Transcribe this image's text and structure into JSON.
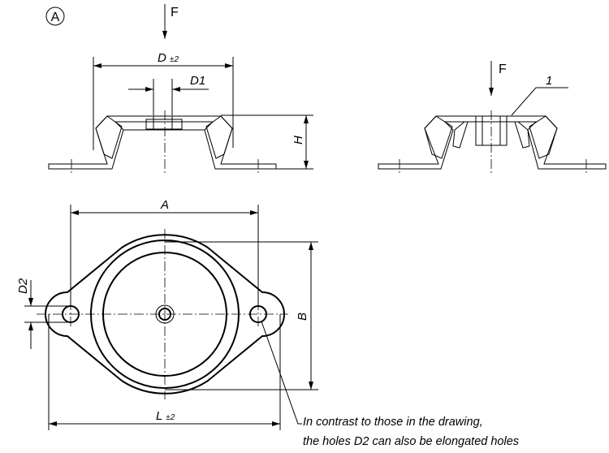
{
  "view_label": "A",
  "top_section": {
    "force_label": "F",
    "dim_d": "D",
    "dim_d_tol": "±2",
    "dim_d1": "D1",
    "dim_h": "H"
  },
  "right_section": {
    "force_label": "F",
    "callout": "1"
  },
  "plan_view": {
    "dim_a": "A",
    "dim_b": "B",
    "dim_d2": "D2",
    "dim_l": "L",
    "dim_l_tol": "±2"
  },
  "note": {
    "line1": "In contrast to those in the drawing,",
    "line2": "the holes D2 can also be elongated holes"
  }
}
